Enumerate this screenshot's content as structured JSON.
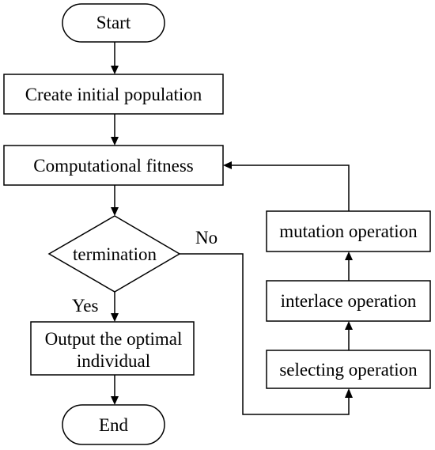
{
  "diagram": {
    "nodes": {
      "start": "Start",
      "create": "Create initial population",
      "fitness": "Computational fitness",
      "termination": "termination",
      "output_line1": "Output the optimal",
      "output_line2": "individual",
      "end": "End",
      "mutation": "mutation operation",
      "interlace": "interlace operation",
      "selecting": "selecting operation"
    },
    "edge_labels": {
      "no": "No",
      "yes": "Yes"
    }
  }
}
